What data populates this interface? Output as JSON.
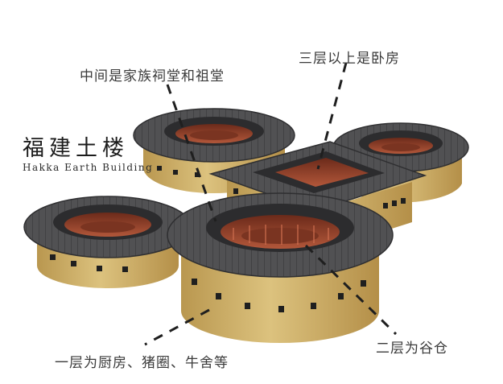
{
  "title": {
    "chinese": "福建土楼",
    "english": "Hakka Earth Building"
  },
  "annotations": {
    "center_hall": "中间是家族祠堂和祖堂",
    "upper_floors": "三层以上是卧房",
    "ground_floor": "一层为厨房、猪圈、牛舍等",
    "second_floor": "二层为谷仓"
  },
  "colors": {
    "roof": "#4e4e50",
    "roof_dark": "#2c2c2e",
    "wall": "#c8a862",
    "wall_light": "#dcc27e",
    "wood": "#a0482e",
    "text": "#3a3a3a"
  }
}
